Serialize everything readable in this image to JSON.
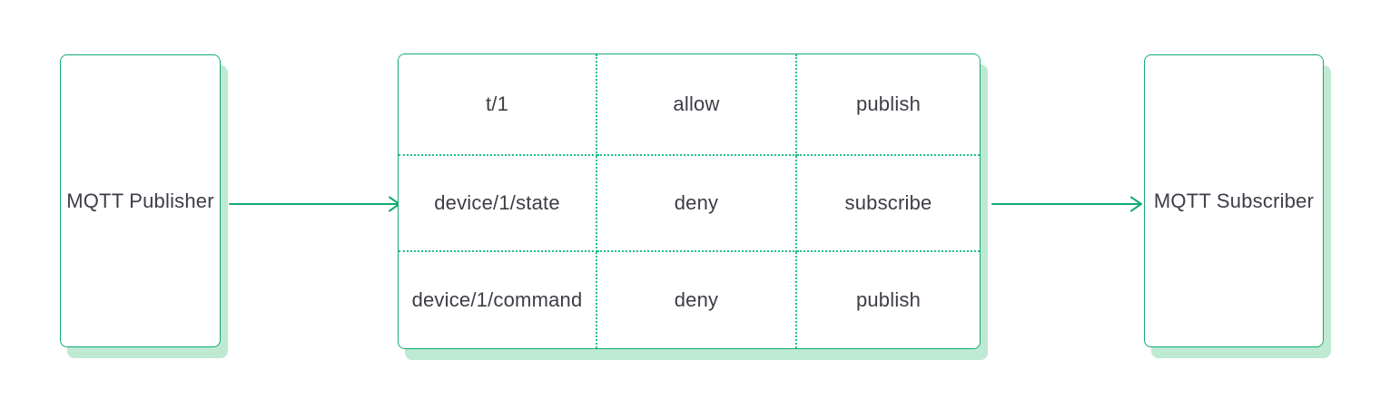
{
  "diagram": {
    "publisher": {
      "label": "MQTT Publisher"
    },
    "subscriber": {
      "label": "MQTT Subscriber"
    },
    "acl_table": {
      "rows": [
        {
          "topic": "t/1",
          "permission": "allow",
          "action": "publish"
        },
        {
          "topic": "device/1/state",
          "permission": "deny",
          "action": "subscribe"
        },
        {
          "topic": "device/1/command",
          "permission": "deny",
          "action": "publish"
        }
      ]
    },
    "colors": {
      "stroke": "#12ab72",
      "dotted": "#1ec08d",
      "shadow": "#bee9d3",
      "text": "#3d3d47"
    }
  }
}
